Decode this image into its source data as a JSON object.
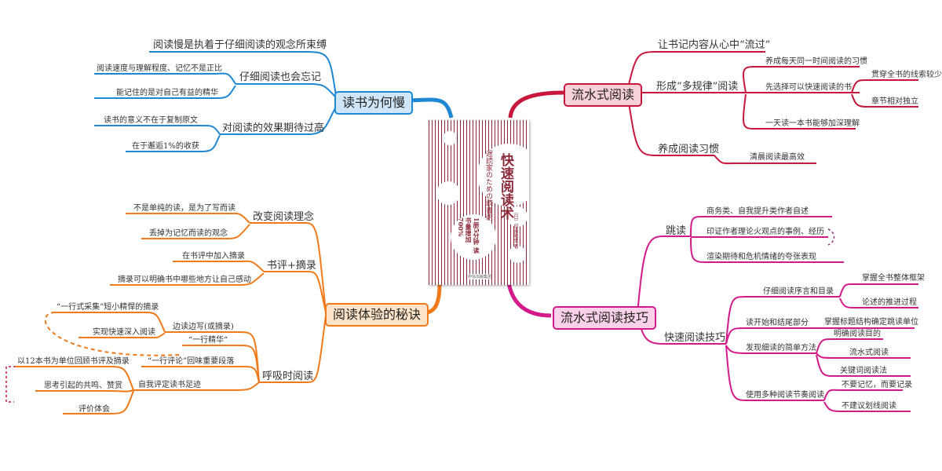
{
  "book": {
    "title": "快速阅读术",
    "subtitle": "遅読家のための読書術",
    "sales": "1册5分钟 读书量增加700%",
    "author": "〔日〕印南敦史 著",
    "publisher": "中信出版集团"
  },
  "branches": {
    "why": {
      "title": "读书为何慢",
      "items": [
        {
          "label": "阅读慢是执着于仔细阅读的观念所束缚"
        },
        {
          "label": "仔细阅读也会忘记",
          "children": [
            "阅读速度与理解程度、记忆不是正比",
            "能记住的是对自己有益的精华"
          ]
        },
        {
          "label": "对阅读的效果期待过高",
          "children": [
            "读书的意义不在于复制原文",
            "在于邂逅1%的收获"
          ]
        }
      ]
    },
    "experience": {
      "title": "阅读体验的秘诀",
      "items": [
        {
          "label": "改变阅读理念",
          "children": [
            "不是单纯的读，是为了写而读",
            "丢掉为记忆而读的观念"
          ]
        },
        {
          "label": "书评+摘录",
          "children": [
            "在书评中加入摘录",
            "摘录可以明确书中哪些地方让自己感动"
          ]
        },
        {
          "label": "呼吸时阅读",
          "children": [
            {
              "label": "边读边写(或摘录)",
              "children": [
                "“一行式采集”短小精悍的摘录",
                "实现快速深入阅读"
              ]
            },
            {
              "label": "“一行精华“"
            },
            {
              "label": "“一行评论”回味重要段落"
            },
            {
              "label": "自我评定读书足迹",
              "children": [
                "以12本书为单位回顾书评及摘录",
                "思考引起的共鸣、赞赏",
                "评价体会"
              ]
            }
          ]
        }
      ]
    },
    "flow": {
      "title": "流水式阅读",
      "items": [
        {
          "label": "让书记内容从心中“流过”"
        },
        {
          "label": "形成“多规律”阅读",
          "children": [
            {
              "label": "养成每天同一时间阅读的习惯"
            },
            {
              "label": "先选择可以快速阅读的书",
              "children": [
                "贯穿全书的线索较少",
                "章节相对独立"
              ]
            },
            {
              "label": "一天读一本书能够加深理解"
            }
          ]
        },
        {
          "label": "养成阅读习惯",
          "children": [
            "清晨阅读最高效"
          ]
        }
      ]
    },
    "technique": {
      "title": "流水式阅读技巧",
      "items": [
        {
          "label": "跳读",
          "children": [
            "商务类、自我提升类作者自述",
            "印证作者理论火观点的事例、经历",
            "渲染期待和危机情绪的夸张表现"
          ]
        },
        {
          "label": "快速阅读技巧",
          "children": [
            {
              "label": "仔细阅读序言和目录",
              "children": [
                "掌握全书整体框架",
                "论述的推进过程"
              ]
            },
            {
              "label": "读开始和结尾部分",
              "children": [
                "掌握标题结构确定跳读单位"
              ]
            },
            {
              "label": "发现细读的简单方法",
              "children": [
                "明确阅读目的",
                "流水式阅读",
                "关键词阅读法"
              ]
            },
            {
              "label": "使用多种阅读节奏阅读",
              "children": [
                "不要记忆，而要记录",
                "不建议划线阅读"
              ]
            }
          ]
        }
      ]
    }
  },
  "colors": {
    "why": "#1e88d2",
    "experience": "#f07a1a",
    "flow": "#c8173c",
    "technique": "#d41a8a",
    "book_stripe": "#8c2a3d"
  }
}
